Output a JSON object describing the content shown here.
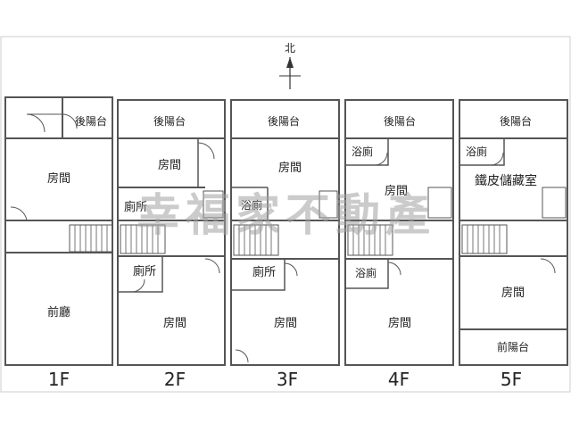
{
  "compass": {
    "label": "北"
  },
  "watermark": {
    "text": "幸福家不動產"
  },
  "floors": [
    {
      "level": "1F",
      "rooms": [
        "後陽台",
        "房間",
        "前廳"
      ]
    },
    {
      "level": "2F",
      "rooms": [
        "後陽台",
        "房間",
        "廁所",
        "廁所",
        "房間"
      ]
    },
    {
      "level": "3F",
      "rooms": [
        "後陽台",
        "房間",
        "浴廁",
        "廁所",
        "房間"
      ]
    },
    {
      "level": "4F",
      "rooms": [
        "後陽台",
        "浴廁",
        "房間",
        "浴廁",
        "房間"
      ]
    },
    {
      "level": "5F",
      "rooms": [
        "後陽台",
        "浴廁",
        "鐵皮儲藏室",
        "房間",
        "前陽台"
      ]
    }
  ],
  "colors": {
    "wall": "#555555",
    "frame": "#cccccc",
    "watermark": "#a0a0a0",
    "text": "#222222"
  }
}
